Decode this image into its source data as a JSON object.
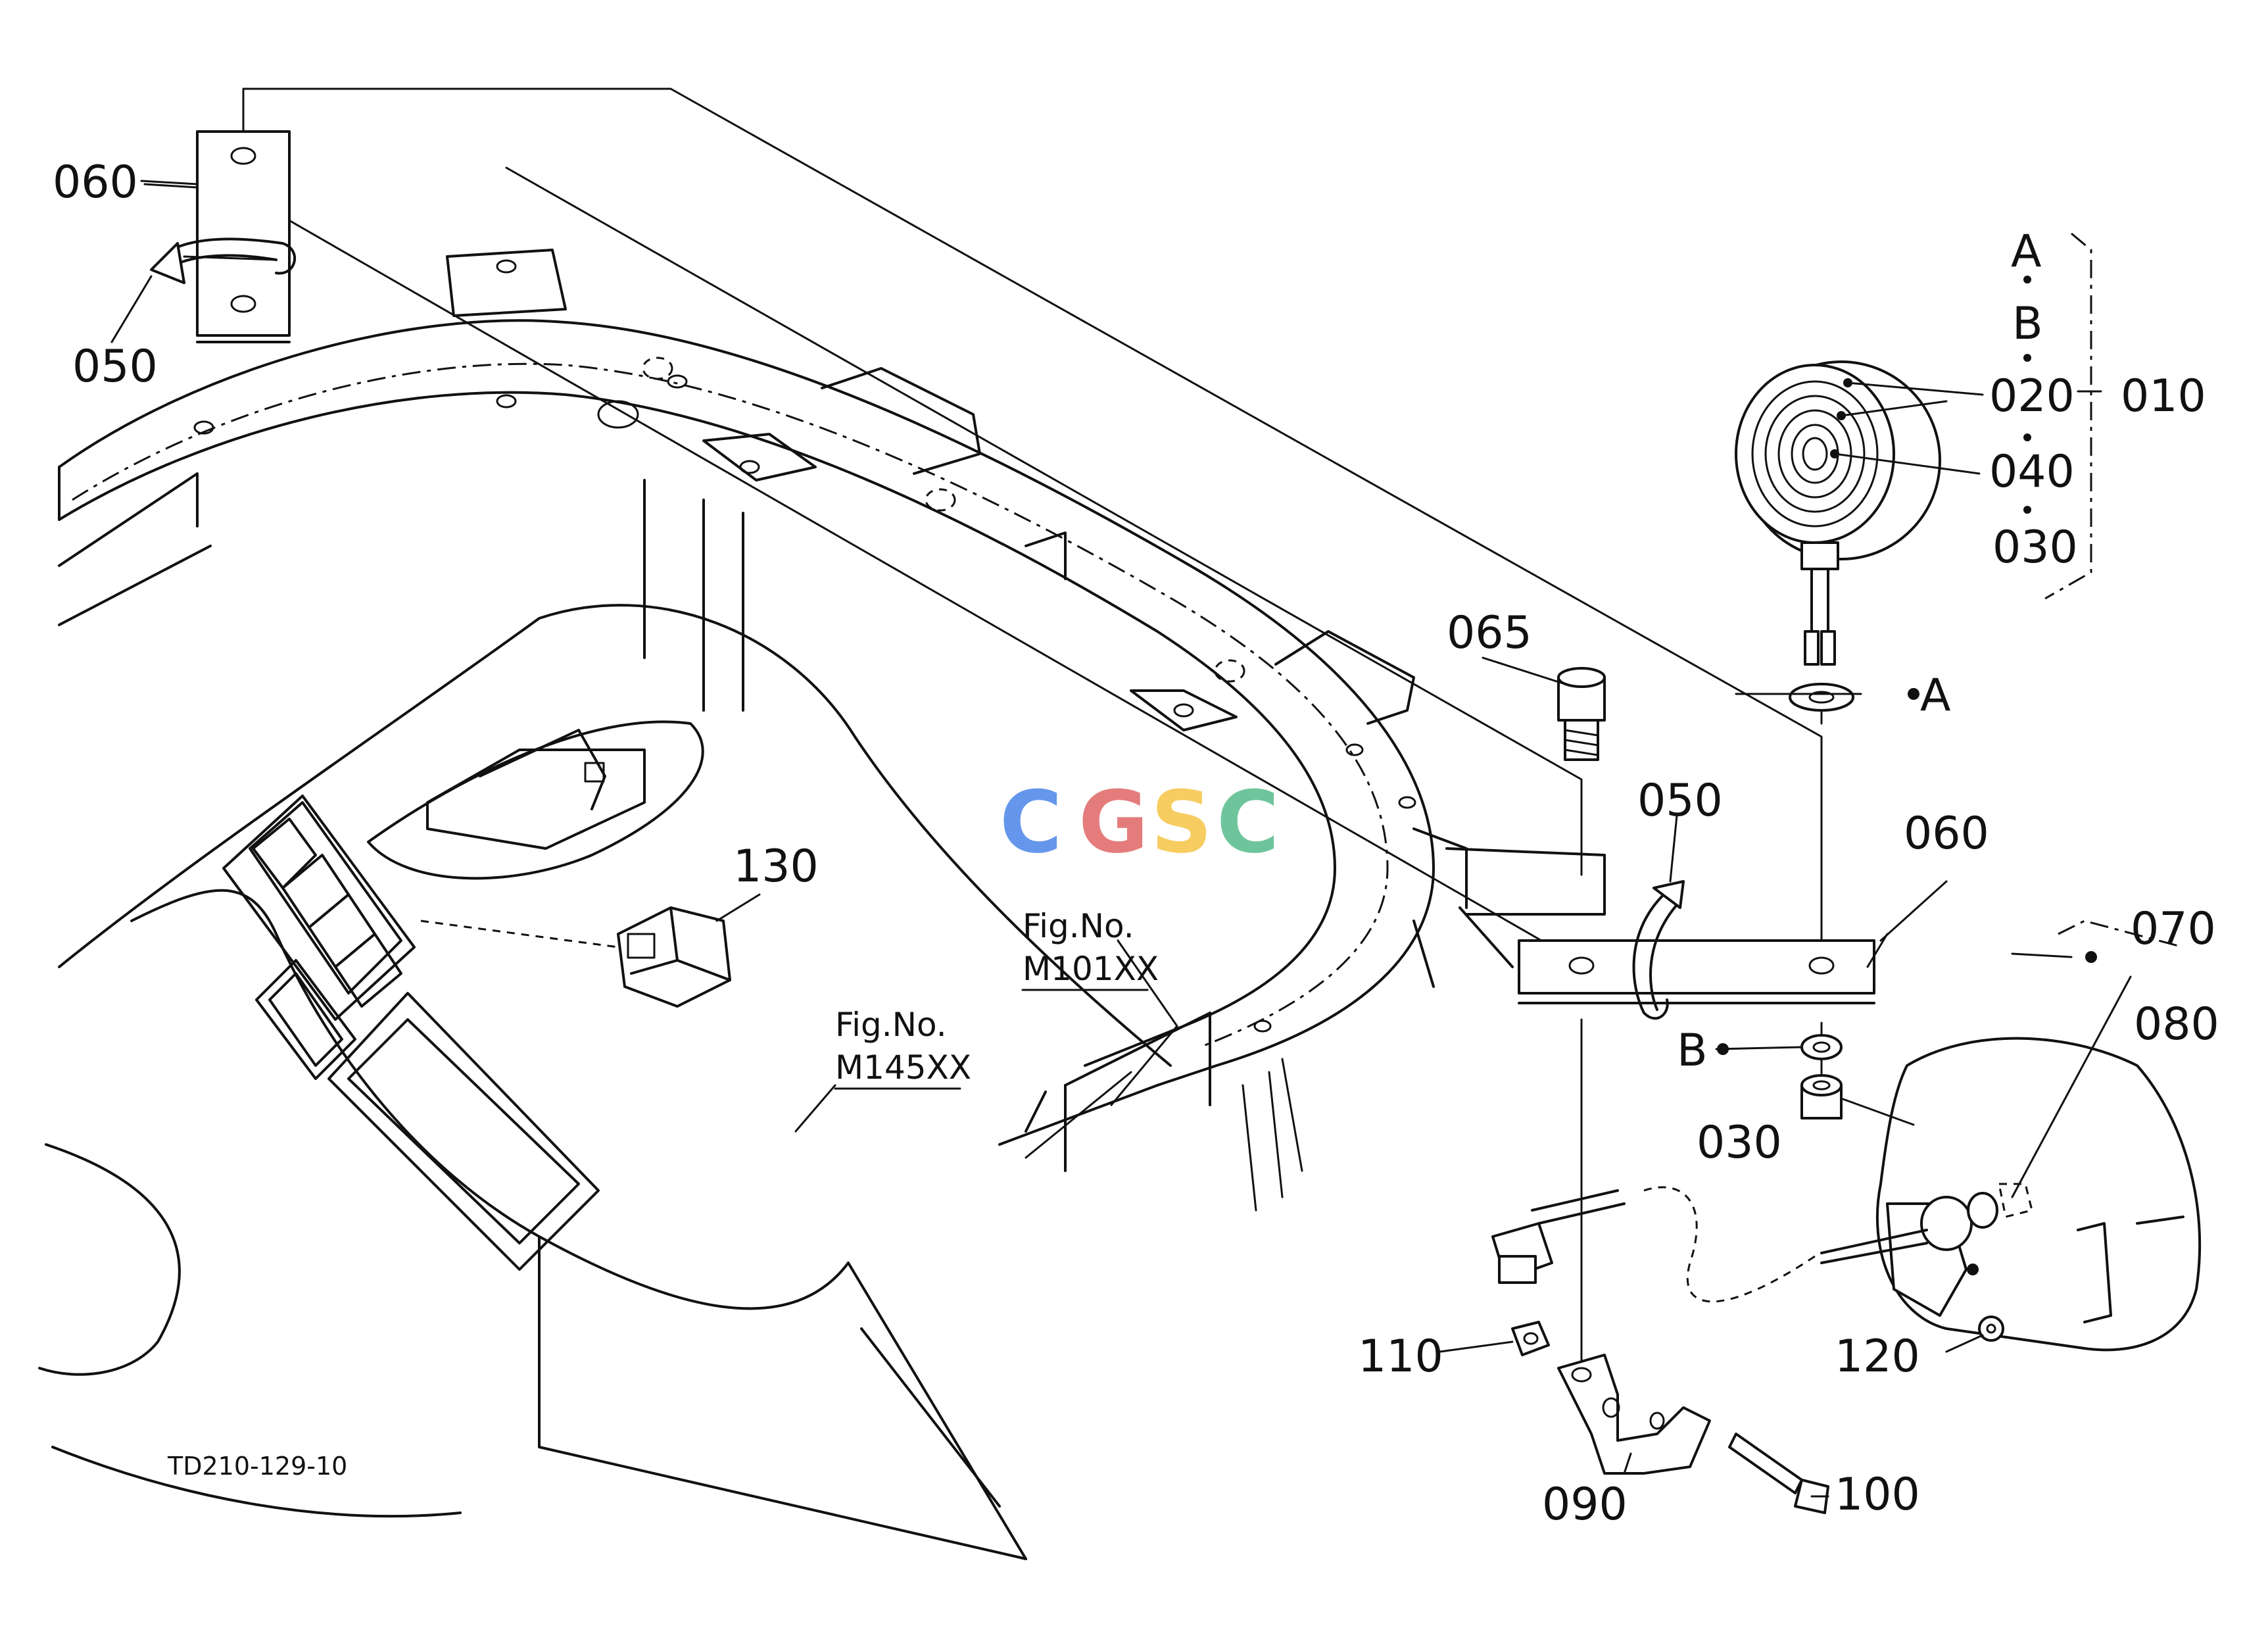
{
  "drawing_code": "TD210-129-10",
  "watermark": {
    "letters": [
      "C",
      "G",
      "S",
      "C"
    ],
    "colors": [
      "#4a86e8",
      "#e06666",
      "#f6c445",
      "#57bb8a"
    ]
  },
  "callouts": [
    {
      "id": "c-060-top",
      "text": "060"
    },
    {
      "id": "c-050-top",
      "text": "050"
    },
    {
      "id": "c-010",
      "text": "010"
    },
    {
      "id": "c-020",
      "text": "020"
    },
    {
      "id": "c-040",
      "text": "040"
    },
    {
      "id": "c-030-top",
      "text": "030"
    },
    {
      "id": "c-065",
      "text": "065"
    },
    {
      "id": "c-050-mid",
      "text": "050"
    },
    {
      "id": "c-060-mid",
      "text": "060"
    },
    {
      "id": "c-070",
      "text": "070"
    },
    {
      "id": "c-080",
      "text": "080"
    },
    {
      "id": "c-030-mid",
      "text": "030"
    },
    {
      "id": "c-130",
      "text": "130"
    },
    {
      "id": "c-110",
      "text": "110"
    },
    {
      "id": "c-120",
      "text": "120"
    },
    {
      "id": "c-090",
      "text": "090"
    },
    {
      "id": "c-100",
      "text": "100"
    }
  ],
  "markers": {
    "a_group": "A",
    "b_group": "B",
    "a_washer": "A",
    "b_washer": "B"
  },
  "figure_refs": [
    {
      "label": "Fig.No.",
      "code": "M101XX"
    },
    {
      "label": "Fig.No.",
      "code": "M145XX"
    }
  ]
}
